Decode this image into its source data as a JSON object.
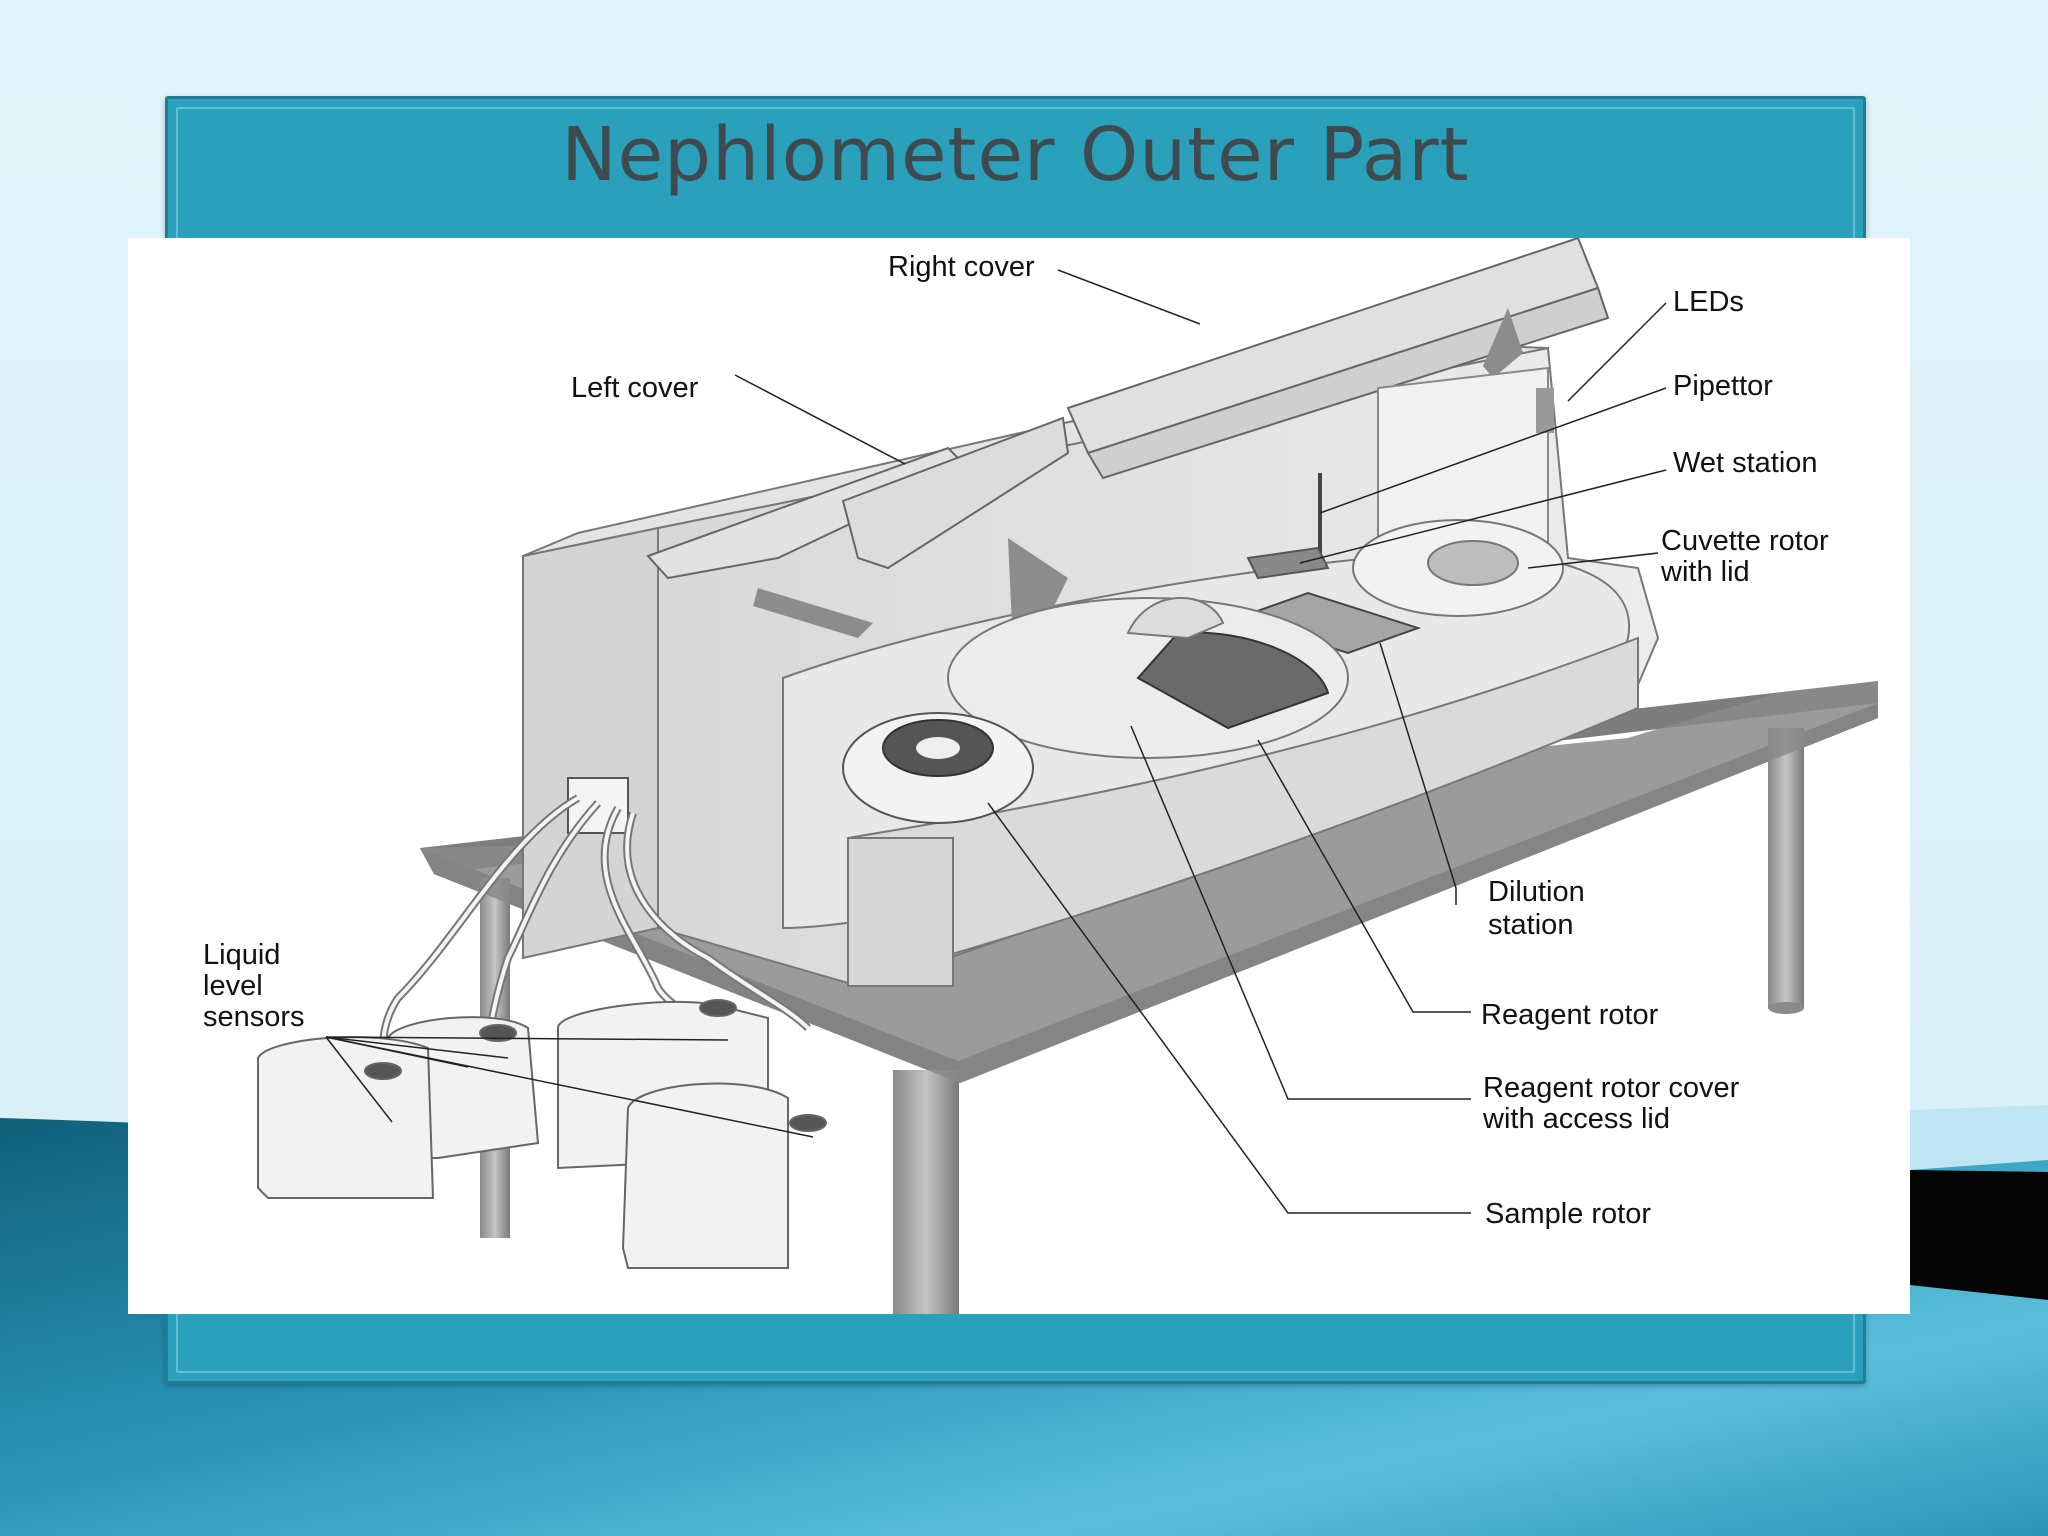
{
  "slide": {
    "title": "Nephlometer Outer Part"
  },
  "diagram": {
    "labels": {
      "right_cover": "Right cover",
      "left_cover": "Left cover",
      "leds": "LEDs",
      "pipettor": "Pipettor",
      "wet_station": "Wet station",
      "cuvette_rotor_1": "Cuvette rotor",
      "cuvette_rotor_2": "with lid",
      "dilution_station_1": "Dilution",
      "dilution_station_2": "station",
      "reagent_rotor": "Reagent rotor",
      "reagent_rotor_cover_1": "Reagent rotor cover",
      "reagent_rotor_cover_2": "with access lid",
      "sample_rotor": "Sample rotor",
      "liquid_level_1": "Liquid",
      "liquid_level_2": "level",
      "liquid_level_3": "sensors"
    }
  },
  "colors": {
    "background_light": "#dff1fa",
    "background_teal": "#1a7e99",
    "frame": "#2aa0bb",
    "title_text": "#3e4a4e",
    "figure_bg": "#ffffff"
  }
}
